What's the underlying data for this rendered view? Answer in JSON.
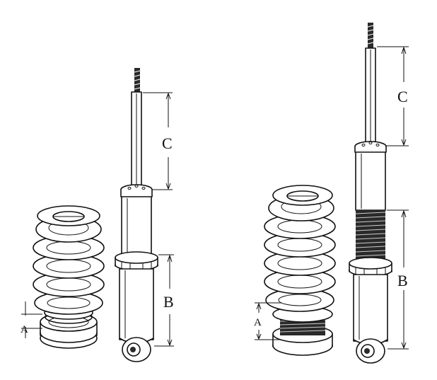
{
  "labels": {
    "left_a": "A",
    "left_b": "B",
    "left_c": "C",
    "right_a": "A",
    "right_b": "B",
    "right_c": "C"
  },
  "colors": {
    "ink": "#111111",
    "background": "#ffffff",
    "thread": "#2a2a2a"
  }
}
